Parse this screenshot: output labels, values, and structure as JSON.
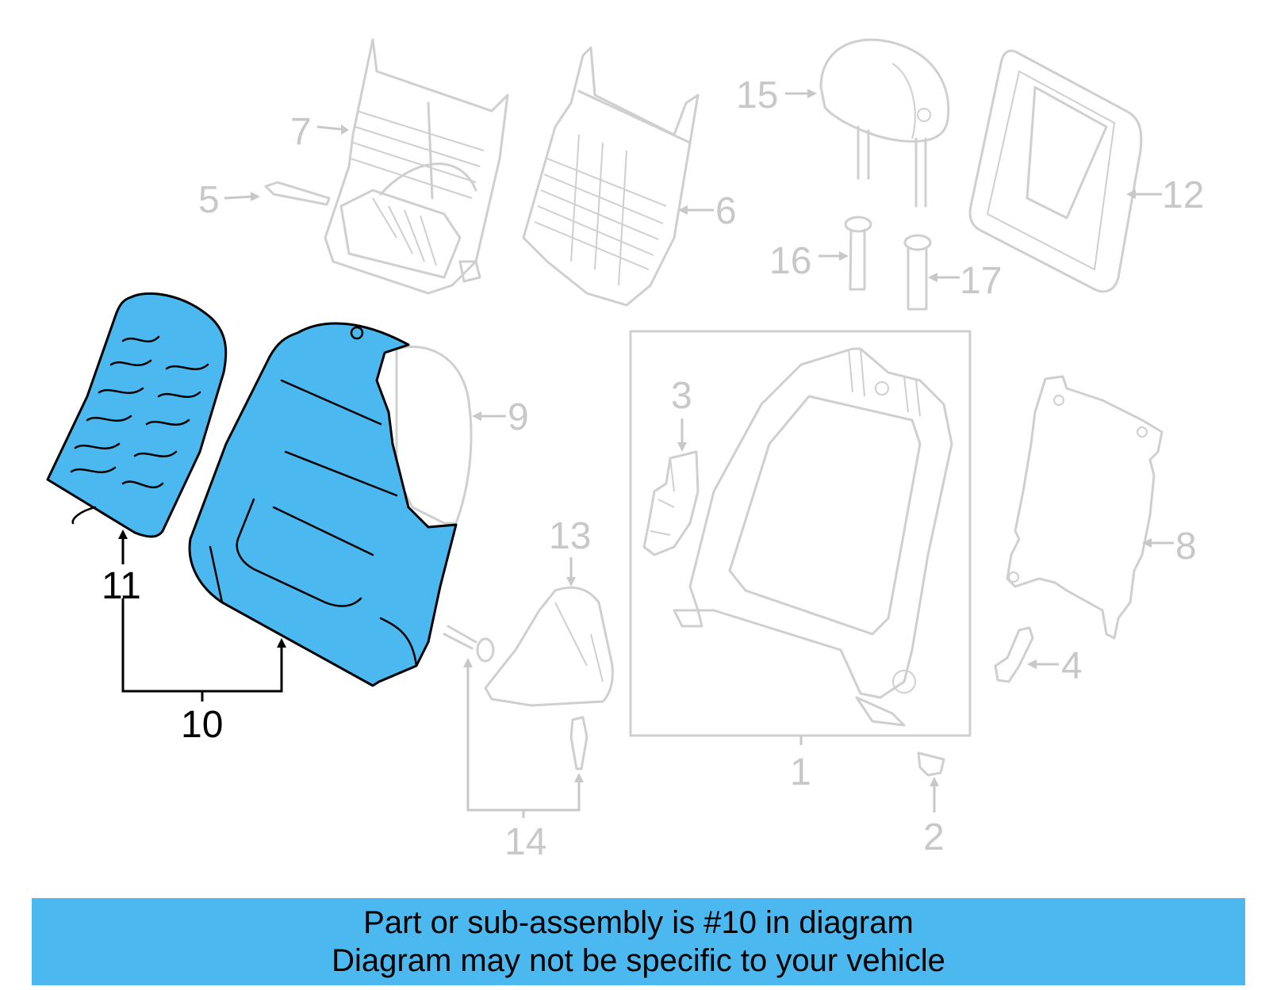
{
  "diagram": {
    "highlight_color": "#4cb8f0",
    "ghost_color": "#c8c8c8",
    "callouts": {
      "c1": "1",
      "c2": "2",
      "c3": "3",
      "c4": "4",
      "c5": "5",
      "c6": "6",
      "c7": "7",
      "c8": "8",
      "c9": "9",
      "c10": "10",
      "c11": "11",
      "c12": "12",
      "c13": "13",
      "c14": "14",
      "c15": "15",
      "c16": "16",
      "c17": "17"
    }
  },
  "banner": {
    "line1": "Part or sub-assembly is #10 in diagram",
    "line2": "Diagram may not be specific to your vehicle"
  }
}
